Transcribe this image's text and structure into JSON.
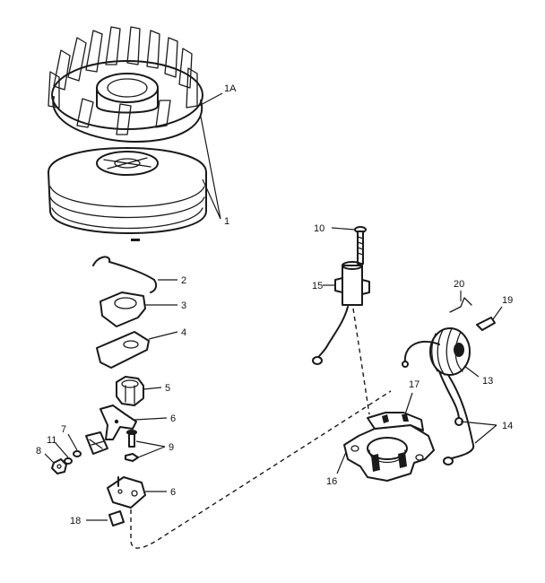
{
  "diagram": {
    "callouts": {
      "c1A": "1A",
      "c1": "1",
      "c2": "2",
      "c3": "3",
      "c4": "4",
      "c5": "5",
      "c6a": "6",
      "c6b": "6",
      "c7": "7",
      "c8": "8",
      "c9": "9",
      "c10": "10",
      "c11": "11",
      "c13": "13",
      "c14": "14",
      "c15": "15",
      "c16": "16",
      "c17": "17",
      "c18": "18",
      "c19": "19",
      "c20": "20"
    },
    "colors": {
      "ink": "#1a1a1a",
      "paper": "#ffffff"
    }
  }
}
